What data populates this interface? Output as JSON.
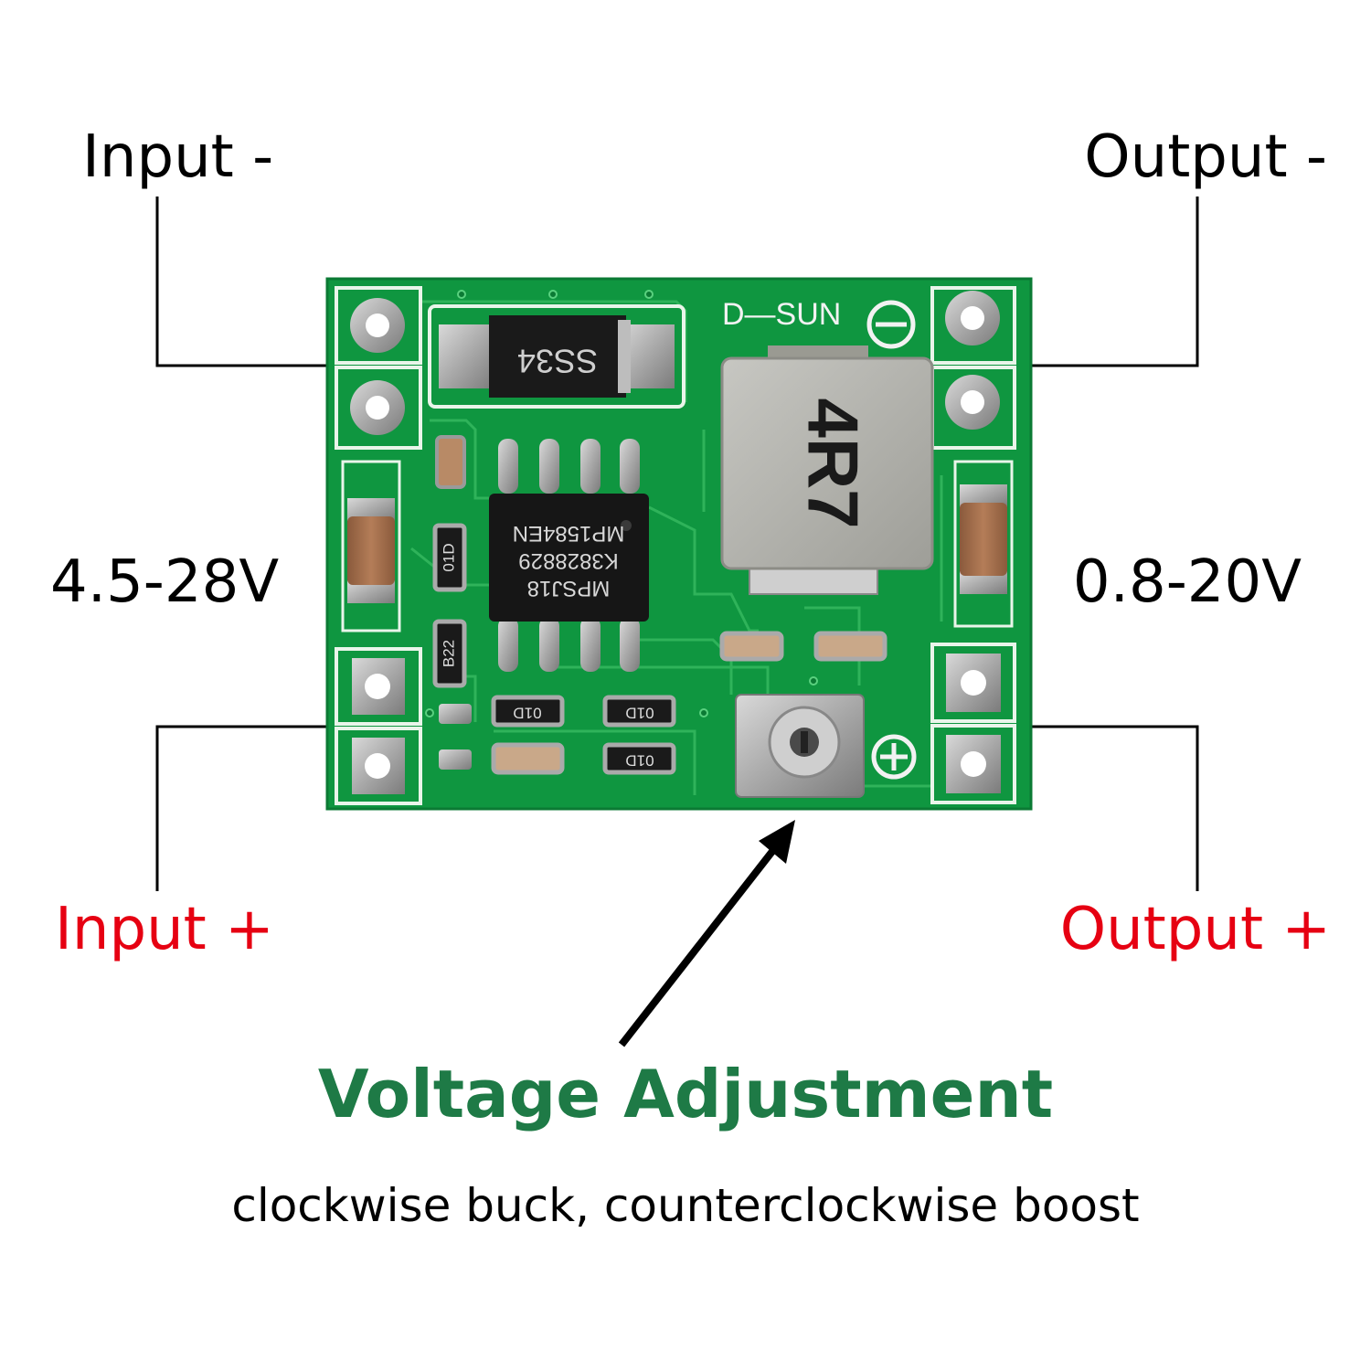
{
  "labels": {
    "input_minus": "Input -",
    "output_minus": "Output -",
    "input_voltage": "4.5-28V",
    "output_voltage": "0.8-20V",
    "input_plus": "Input +",
    "output_plus": "Output +"
  },
  "adjustment": {
    "title": "Voltage Adjustment",
    "subtitle": "clockwise buck, counterclockwise boost"
  },
  "board": {
    "brand": "D—SUN",
    "diode_marking": "SS34",
    "inductor_marking": "4R7",
    "chip_line1": "MPSJ18",
    "chip_line2": "K3828829",
    "chip_line3": "MP1584EN",
    "resistor_marking_1": "01D",
    "resistor_marking_2": "B22",
    "resistor_marking_3": "01D",
    "resistor_marking_4": "01D",
    "resistor_marking_5": "01D"
  },
  "colors": {
    "pcb_green": "#0f9640",
    "input_plus_red": "#e60012",
    "title_green": "#1e7a46"
  }
}
